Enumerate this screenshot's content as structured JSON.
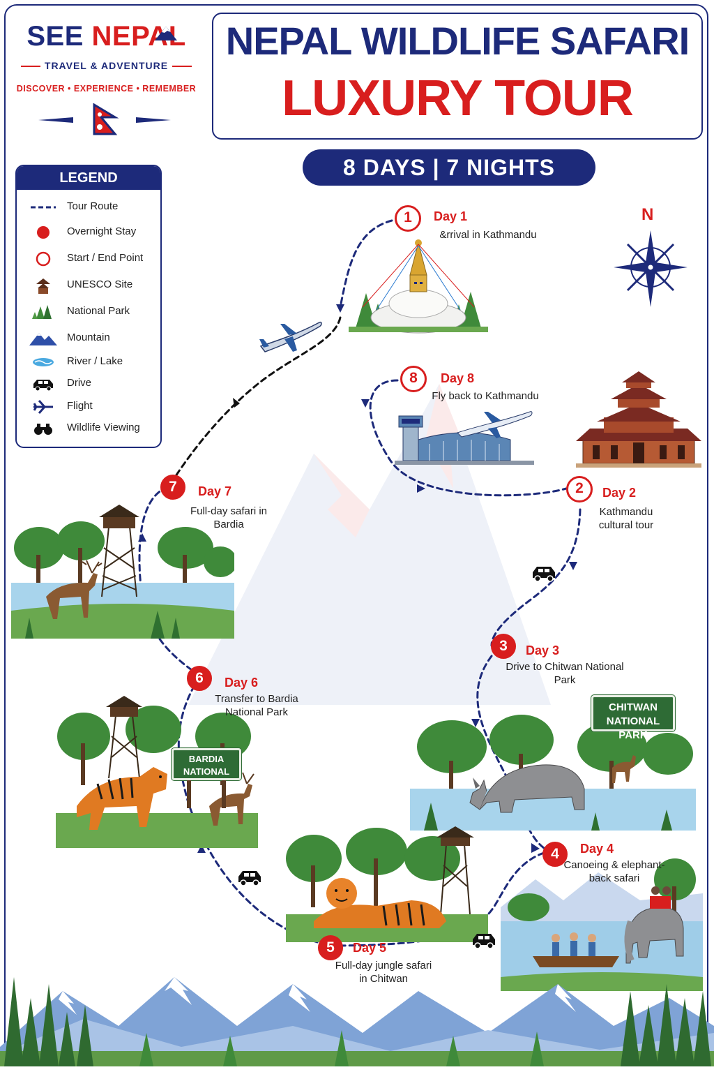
{
  "brand": {
    "name_part1": "SEE",
    "name_part2": "NEPAL",
    "subtitle": "TRAVEL & ADVENTURE",
    "tagline": "DISCOVER • EXPERIENCE • REMEMBER",
    "flag_icon": "nepal-flag-icon"
  },
  "title": {
    "line1": "NEPAL WILDLIFE SAFARI",
    "line2": "LUXURY TOUR"
  },
  "duration": "8 DAYS | 7 NIGHTS",
  "legend": {
    "title": "LEGEND",
    "items": [
      {
        "label": "Tour Route",
        "icon": "dashed-route-icon"
      },
      {
        "label": "Overnight Stay",
        "icon": "red-dot-icon"
      },
      {
        "label": "Start / End Point",
        "icon": "red-ring-icon"
      },
      {
        "label": "UNESCO Site",
        "icon": "temple-icon"
      },
      {
        "label": "National Park",
        "icon": "trees-icon"
      },
      {
        "label": "Mountain",
        "icon": "mountain-icon"
      },
      {
        "label": "River / Lake",
        "icon": "river-icon"
      },
      {
        "label": "Drive",
        "icon": "car-icon"
      },
      {
        "label": "Flight",
        "icon": "plane-icon"
      },
      {
        "label": "Wildlife Viewing",
        "icon": "binoculars-icon"
      }
    ]
  },
  "compass": {
    "north": "N"
  },
  "days": [
    {
      "num": "1",
      "label": "Day 1",
      "desc": "&rrival in Kathmandu"
    },
    {
      "num": "2",
      "label": "Day 2",
      "desc": "Kathmandu cultural tour"
    },
    {
      "num": "3",
      "label": "Day 3",
      "desc": "Drive to Chitwan National Park"
    },
    {
      "num": "4",
      "label": "Day 4",
      "desc": "Canoeing & elephant-back safari"
    },
    {
      "num": "5",
      "label": "Day 5",
      "desc": "Full-day jungle safari in Chitwan"
    },
    {
      "num": "6",
      "label": "Day 6",
      "desc": "Transfer to Bardia National Park"
    },
    {
      "num": "7",
      "label": "Day 7",
      "desc": "Full-day safari in Bardia"
    },
    {
      "num": "8",
      "label": "Day 8",
      "desc": "Fly back to Kathmandu"
    }
  ],
  "signs": {
    "chitwan": "CHITWAN NATIONAL PARK",
    "bardia": "BARDIA NATIONAL PARK"
  },
  "colors": {
    "navy": "#1d2a7a",
    "red": "#d81e1e",
    "forest": "#3f8a3a",
    "water": "#8fc6e3"
  }
}
